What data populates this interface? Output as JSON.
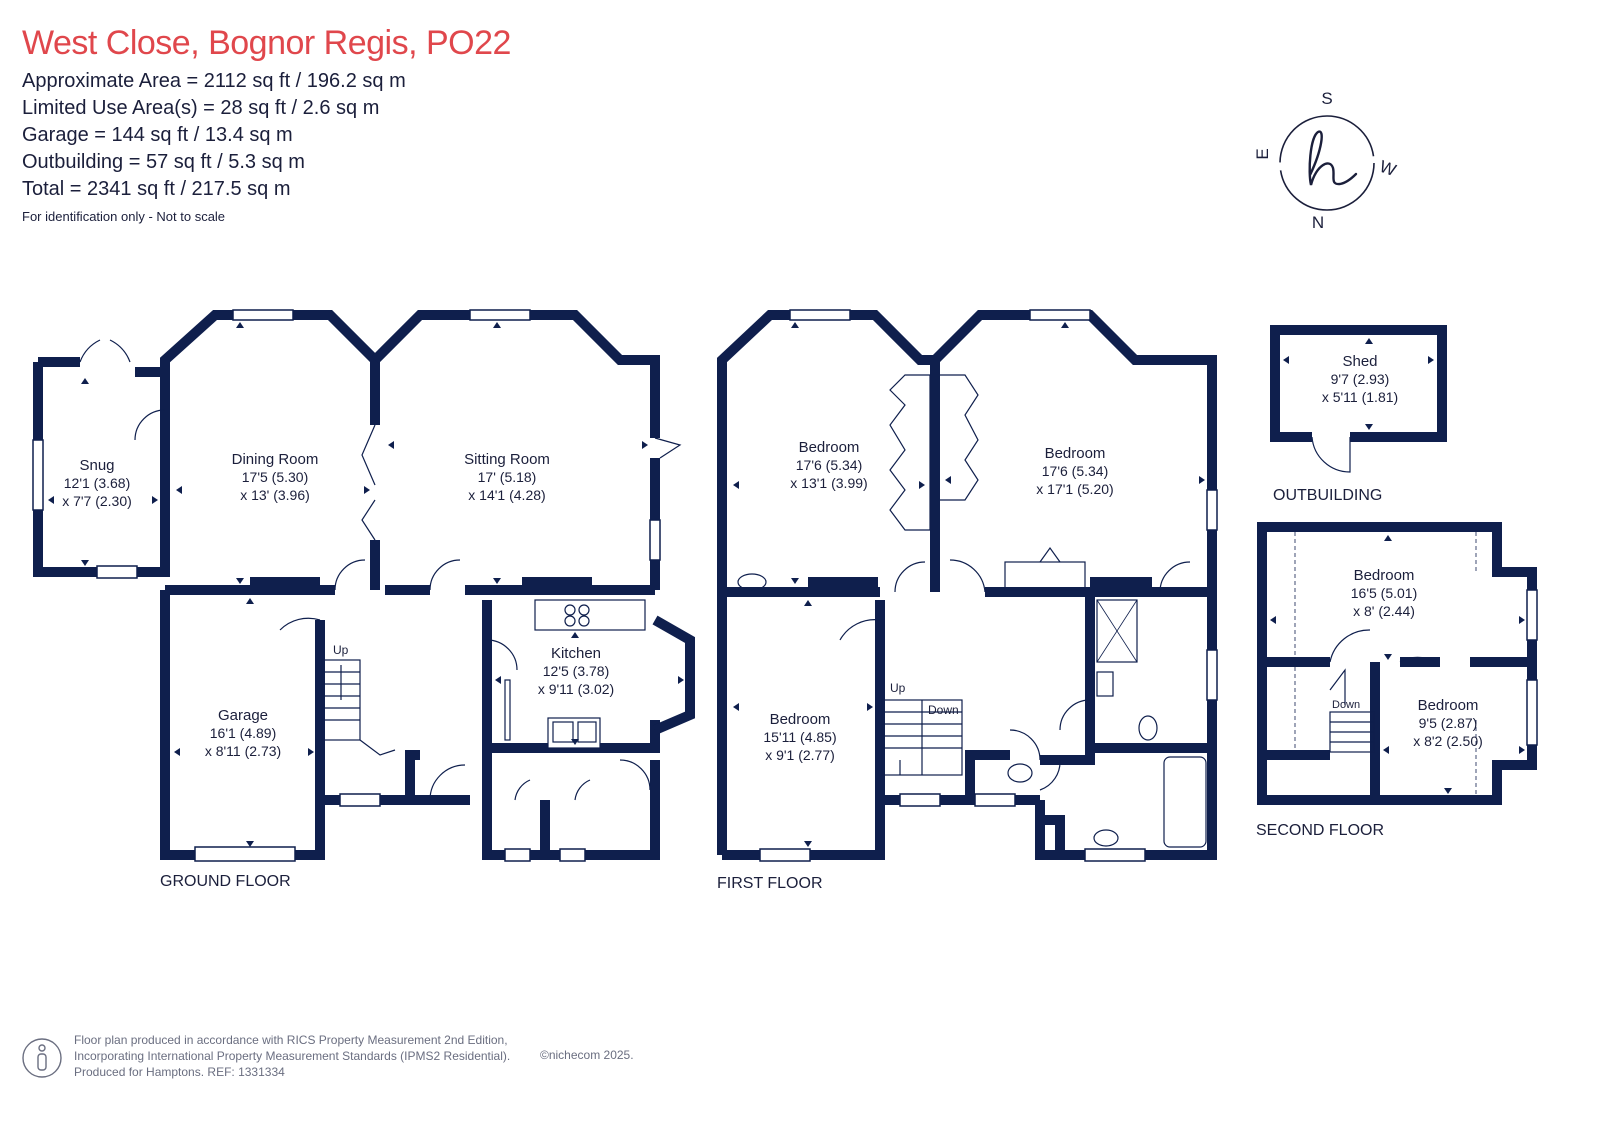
{
  "header": {
    "title": "West Close, Bognor Regis, PO22",
    "areas": [
      "Approximate Area = 2112 sq ft / 196.2 sq m",
      "Limited Use Area(s) = 28 sq ft / 2.6 sq m",
      "Garage = 144 sq ft / 13.4 sq m",
      "Outbuilding = 57 sq ft / 5.3 sq m",
      "Total = 2341 sq ft / 217.5 sq m"
    ],
    "disclaimer": "For identification only - Not to scale"
  },
  "compass": {
    "s": "S",
    "w": "W",
    "n": "N",
    "e": "E",
    "logo": "h"
  },
  "colors": {
    "wall": "#0f1f4d",
    "accent": "#e0474c",
    "text": "#1b1f3b"
  },
  "floors": {
    "ground": {
      "label": "GROUND FLOOR",
      "rooms": [
        {
          "name": "Snug",
          "dim1": "12'1 (3.68)",
          "dim2": "x 7'7 (2.30)"
        },
        {
          "name": "Dining Room",
          "dim1": "17'5 (5.30)",
          "dim2": "x 13' (3.96)"
        },
        {
          "name": "Sitting Room",
          "dim1": "17' (5.18)",
          "dim2": "x 14'1 (4.28)"
        },
        {
          "name": "Kitchen",
          "dim1": "12'5 (3.78)",
          "dim2": "x 9'11 (3.02)"
        },
        {
          "name": "Garage",
          "dim1": "16'1 (4.89)",
          "dim2": "x 8'11 (2.73)"
        }
      ],
      "stairs": [
        "Up"
      ]
    },
    "first": {
      "label": "FIRST FLOOR",
      "rooms": [
        {
          "name": "Bedroom",
          "dim1": "17'6 (5.34)",
          "dim2": "x 13'1 (3.99)"
        },
        {
          "name": "Bedroom",
          "dim1": "17'6 (5.34)",
          "dim2": "x 17'1 (5.20)"
        },
        {
          "name": "Bedroom",
          "dim1": "15'11 (4.85)",
          "dim2": "x 9'1 (2.77)"
        }
      ],
      "stairs": [
        "Up",
        "Down"
      ]
    },
    "second": {
      "label": "SECOND FLOOR",
      "rooms": [
        {
          "name": "Bedroom",
          "dim1": "16'5 (5.01)",
          "dim2": "x 8' (2.44)"
        },
        {
          "name": "Bedroom",
          "dim1": "9'5 (2.87)",
          "dim2": "x 8'2 (2.50)"
        }
      ],
      "stairs": [
        "Down"
      ]
    },
    "outbuilding": {
      "label": "OUTBUILDING",
      "rooms": [
        {
          "name": "Shed",
          "dim1": "9'7 (2.93)",
          "dim2": "x 5'11 (1.81)"
        }
      ]
    }
  },
  "footer": {
    "lines": [
      "Floor plan produced in accordance with RICS Property Measurement 2nd Edition,",
      "Incorporating International Property Measurement Standards (IPMS2 Residential).",
      "Produced for Hamptons.   REF:  1331334"
    ],
    "copyright": "©nichecom 2025."
  }
}
